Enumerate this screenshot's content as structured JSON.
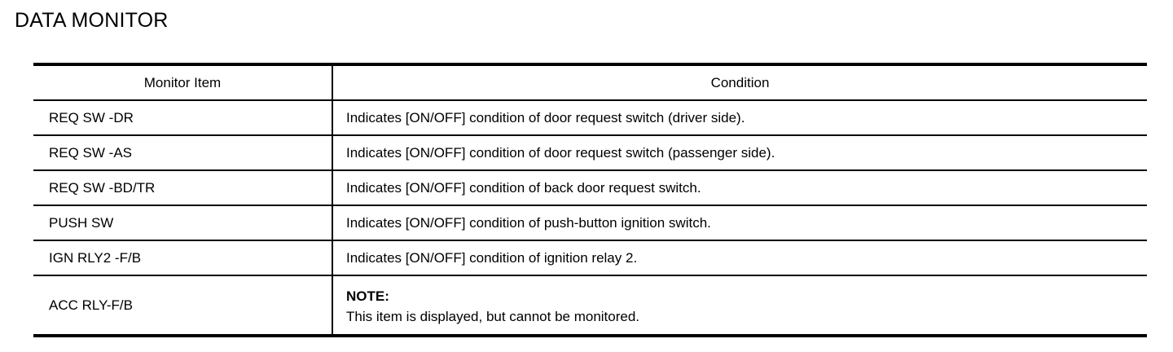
{
  "page": {
    "title": "DATA MONITOR"
  },
  "table": {
    "headers": {
      "item": "Monitor Item",
      "condition": "Condition"
    },
    "rows": [
      {
        "item": "REQ SW -DR",
        "condition": "Indicates [ON/OFF] condition of door request switch (driver side)."
      },
      {
        "item": "REQ SW -AS",
        "condition": "Indicates [ON/OFF] condition of door request switch (passenger side)."
      },
      {
        "item": "REQ SW -BD/TR",
        "condition": "Indicates [ON/OFF] condition of back door request switch."
      },
      {
        "item": "PUSH SW",
        "condition": "Indicates [ON/OFF] condition of push-button ignition switch."
      },
      {
        "item": "IGN RLY2 -F/B",
        "condition": "Indicates [ON/OFF] condition of ignition relay 2."
      }
    ],
    "note_row": {
      "item": "ACC RLY-F/B",
      "note_label": "NOTE:",
      "note_body": "This item is displayed, but cannot be monitored."
    }
  }
}
